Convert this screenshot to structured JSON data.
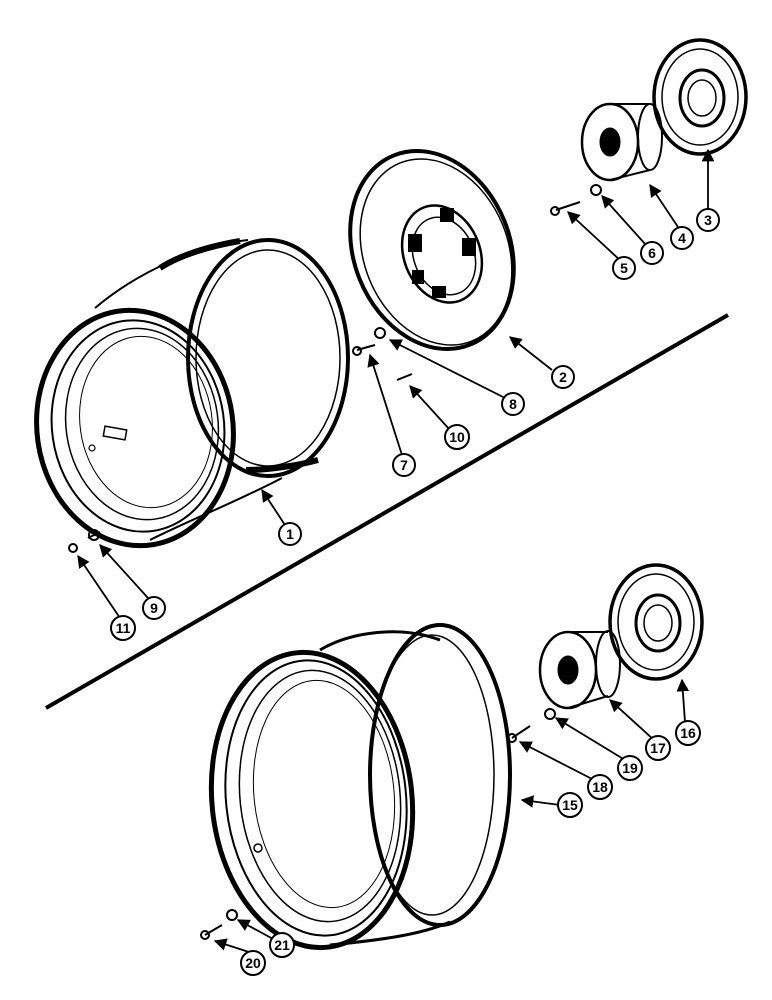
{
  "callouts": [
    {
      "id": "c1",
      "label": "1"
    },
    {
      "id": "c2",
      "label": "2"
    },
    {
      "id": "c3",
      "label": "3"
    },
    {
      "id": "c4",
      "label": "4"
    },
    {
      "id": "c5",
      "label": "5"
    },
    {
      "id": "c6",
      "label": "6"
    },
    {
      "id": "c7",
      "label": "7"
    },
    {
      "id": "c8",
      "label": "8"
    },
    {
      "id": "c9",
      "label": "9"
    },
    {
      "id": "c10",
      "label": "10"
    },
    {
      "id": "c11",
      "label": "11"
    },
    {
      "id": "c15",
      "label": "15"
    },
    {
      "id": "c16",
      "label": "16"
    },
    {
      "id": "c17",
      "label": "17"
    },
    {
      "id": "c18",
      "label": "18"
    },
    {
      "id": "c19",
      "label": "19"
    },
    {
      "id": "c20",
      "label": "20"
    },
    {
      "id": "c21",
      "label": "21"
    }
  ]
}
